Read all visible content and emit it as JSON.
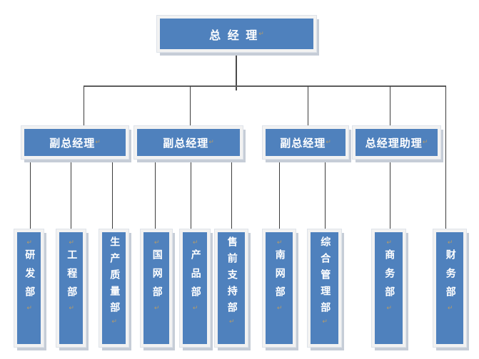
{
  "chart_type": "org-chart",
  "marks": {
    "line_break": "↵"
  },
  "root": {
    "label": "总 经 理"
  },
  "managers": [
    {
      "label": "副总经理"
    },
    {
      "label": "副总经理"
    },
    {
      "label": "副总经理"
    },
    {
      "label": "总经理助理"
    }
  ],
  "departments": [
    {
      "label": "研发部"
    },
    {
      "label": "工程部"
    },
    {
      "label": "生产质量部"
    },
    {
      "label": "国网部"
    },
    {
      "label": "产品部"
    },
    {
      "label": "售前支持部"
    },
    {
      "label": "南网部"
    },
    {
      "label": "综合管理部"
    },
    {
      "label": "商务部"
    },
    {
      "label": "财务部"
    }
  ],
  "hierarchy": {
    "root_children": [
      "副总经理",
      "副总经理",
      "副总经理",
      "总经理助理",
      "财务部"
    ],
    "manager_children": [
      [
        "研发部",
        "工程部",
        "生产质量部"
      ],
      [
        "国网部",
        "产品部",
        "售前支持部"
      ],
      [
        "南网部",
        "综合管理部"
      ],
      [
        "商务部"
      ]
    ]
  },
  "colors": {
    "box_fill": "#4F81BD",
    "box_frame": "#F2F2F2",
    "box_shadow": "#C6CDD7",
    "connector": "#3C3C3C",
    "bus_line": "#5D5D5D",
    "text": "#FFFFFF",
    "paragraph_mark": "#B29A6C",
    "background": "#FFFFFF"
  }
}
